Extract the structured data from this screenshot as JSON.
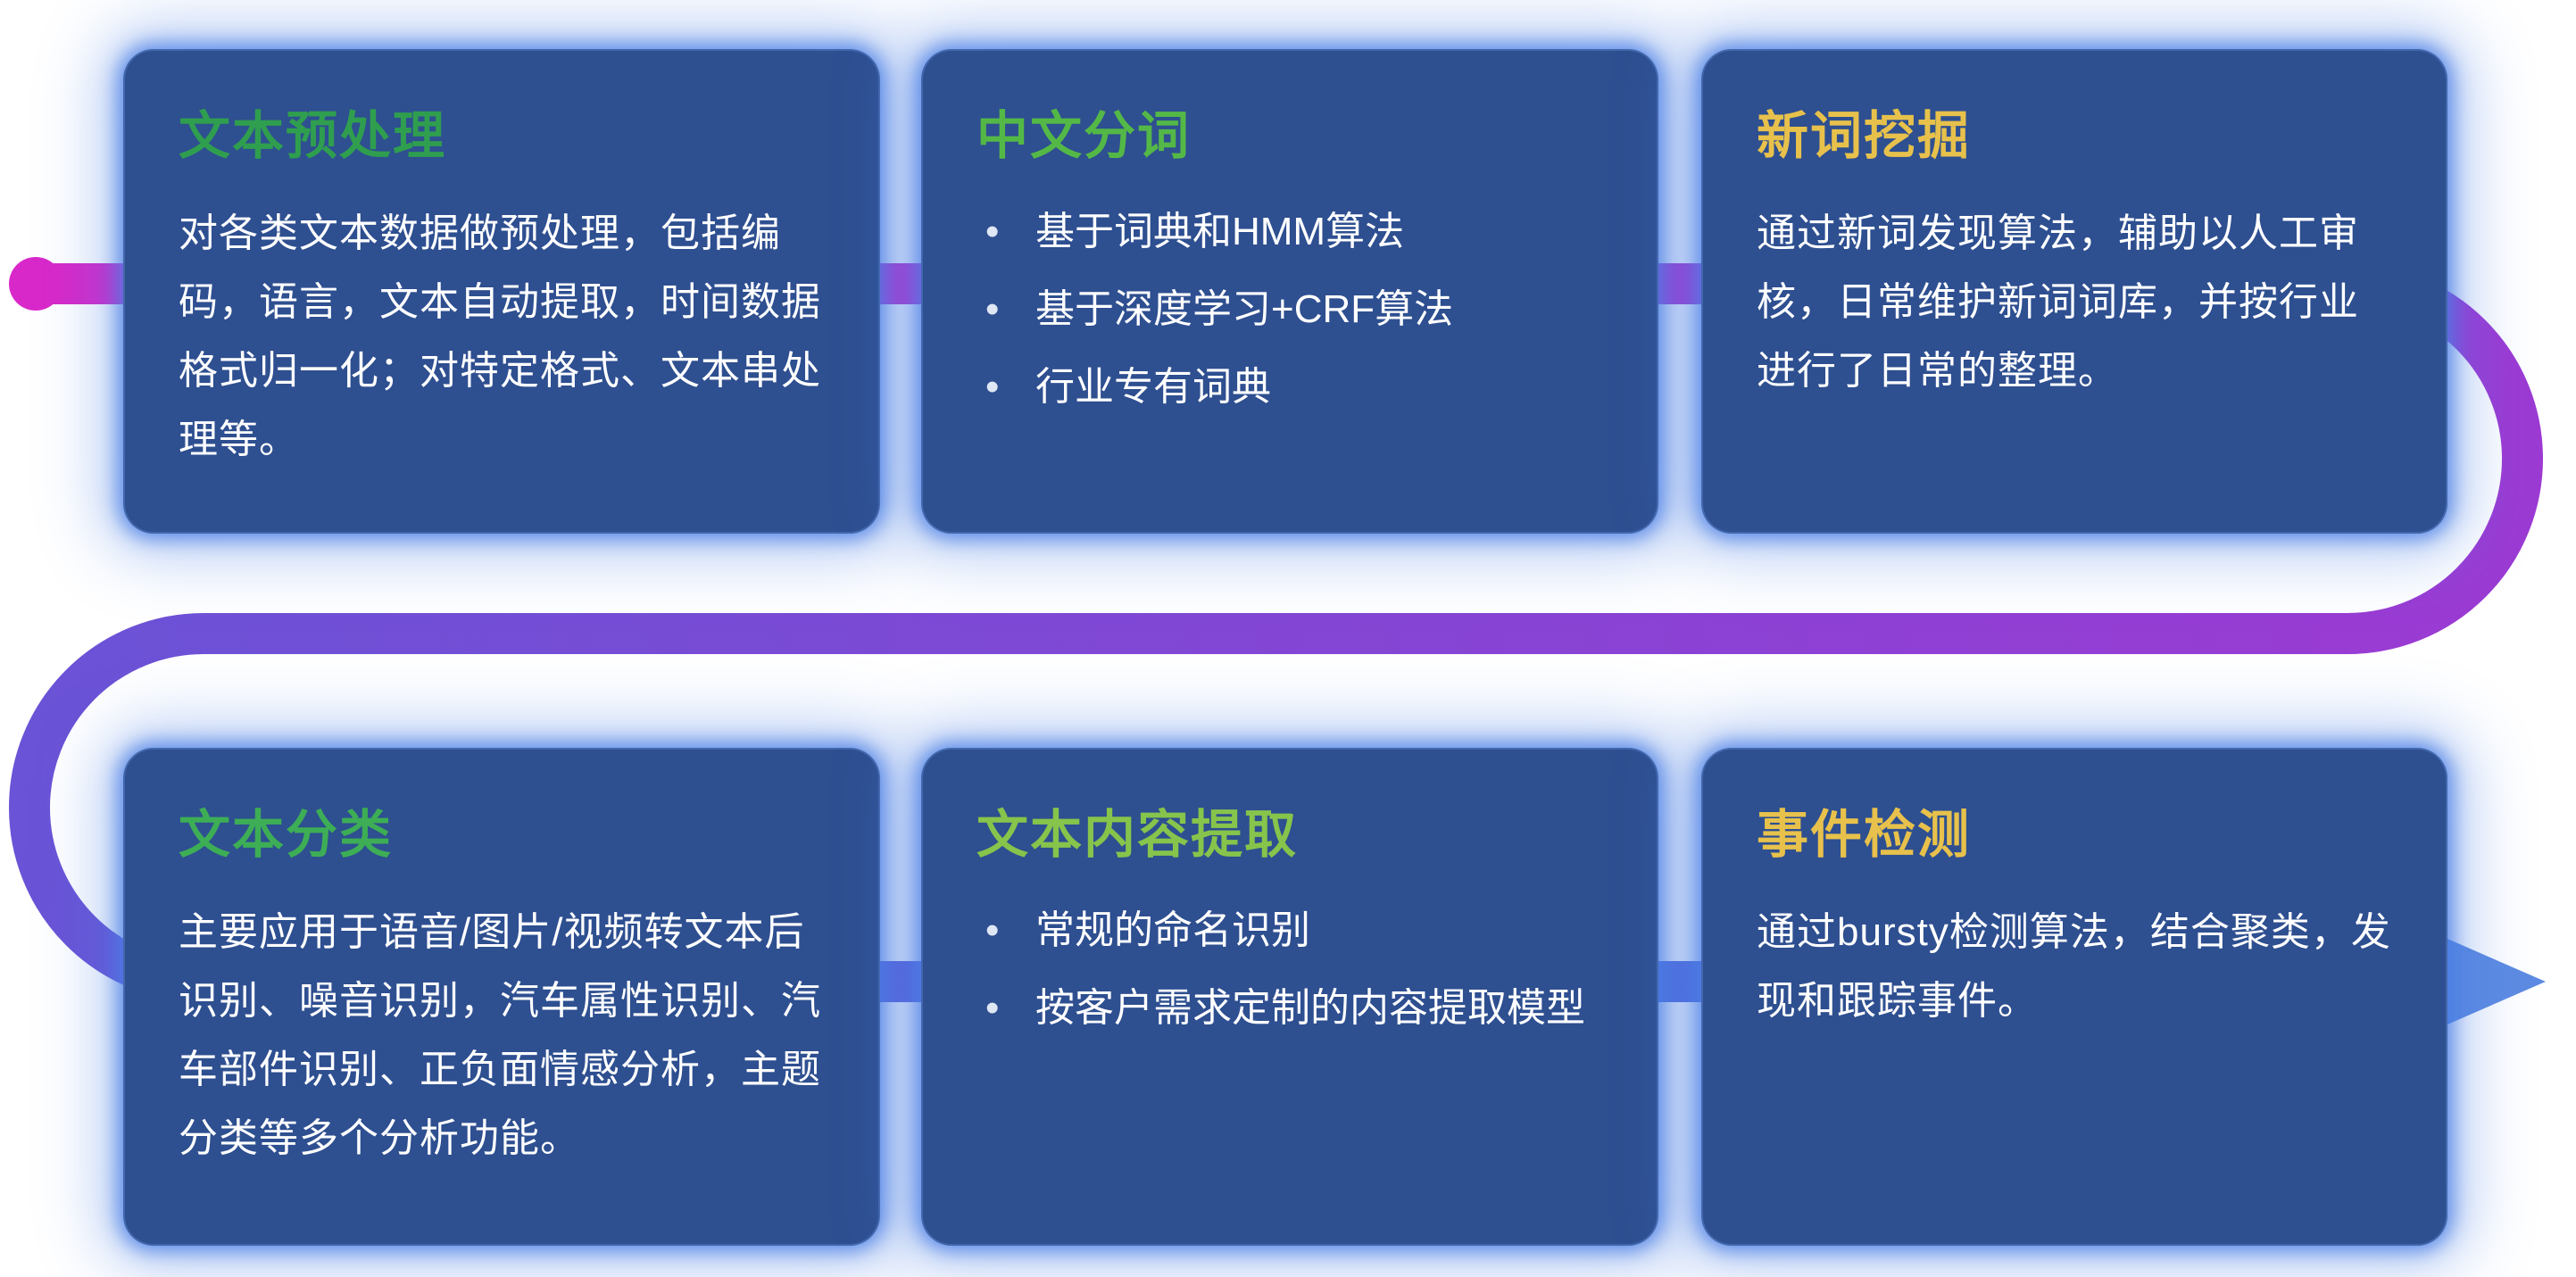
{
  "cards": [
    {
      "title": "文本预处理",
      "title_color": "#2f9e4f",
      "body": "对各类文本数据做预处理，包括编码，语言，文本自动提取，时间数据格式归一化；对特定格式、文本串处理等。"
    },
    {
      "title": "中文分词",
      "title_color": "#54b847",
      "bullets": [
        "基于词典和HMM算法",
        "基于深度学习+CRF算法",
        "行业专有词典"
      ]
    },
    {
      "title": "新词挖掘",
      "title_color": "#e7c14b",
      "body": "通过新词发现算法，辅助以人工审核，日常维护新词词库，并按行业进行了日常的整理。"
    },
    {
      "title": "文本分类",
      "title_color": "#3dae55",
      "body": "主要应用于语音/图片/视频转文本后识别、噪音识别，汽车属性识别、汽车部件识别、正负面情感分析，主题分类等多个分析功能。"
    },
    {
      "title": "文本内容提取",
      "title_color": "#86c44b",
      "bullets": [
        "常规的命名识别",
        "按客户需求定制的内容提取模型"
      ]
    },
    {
      "title": "事件检测",
      "title_color": "#e7c14b",
      "body": "通过bursty检测算法，结合聚类，发现和跟踪事件。"
    }
  ],
  "card_style": {
    "bg": "#2e4f90",
    "glow": "#497ee5",
    "text": "#ffffff"
  },
  "flow": {
    "start_color": "#d928c9",
    "mid_color": "#9c3ad3",
    "blue_purple_color": "#6a53d6",
    "end_color": "#4a78de",
    "arrow_color": "#5d8be2",
    "dot_color": "#d928c9"
  }
}
